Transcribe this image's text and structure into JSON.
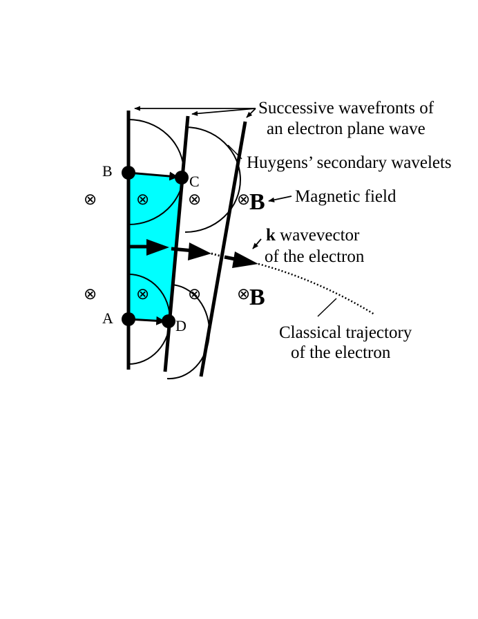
{
  "labels": {
    "wavefronts_line1": "Successive wavefronts of",
    "wavefronts_line2": "an electron plane wave",
    "wavelets": "Huygens’ secondary wavelets",
    "magnetic_field": "Magnetic field",
    "wavevector_k": "k",
    "wavevector_rest": " wavevector",
    "wavevector_line2": "of the electron",
    "trajectory_line1": "Classical trajectory",
    "trajectory_line2": "of the electron"
  },
  "points": {
    "a": "A",
    "b": "B",
    "c": "C",
    "d": "D"
  },
  "field": {
    "into_page_symbol": "⊗",
    "b_symbol": "B"
  },
  "colors": {
    "shaded_region": "#00ffff",
    "ink": "#000000"
  }
}
